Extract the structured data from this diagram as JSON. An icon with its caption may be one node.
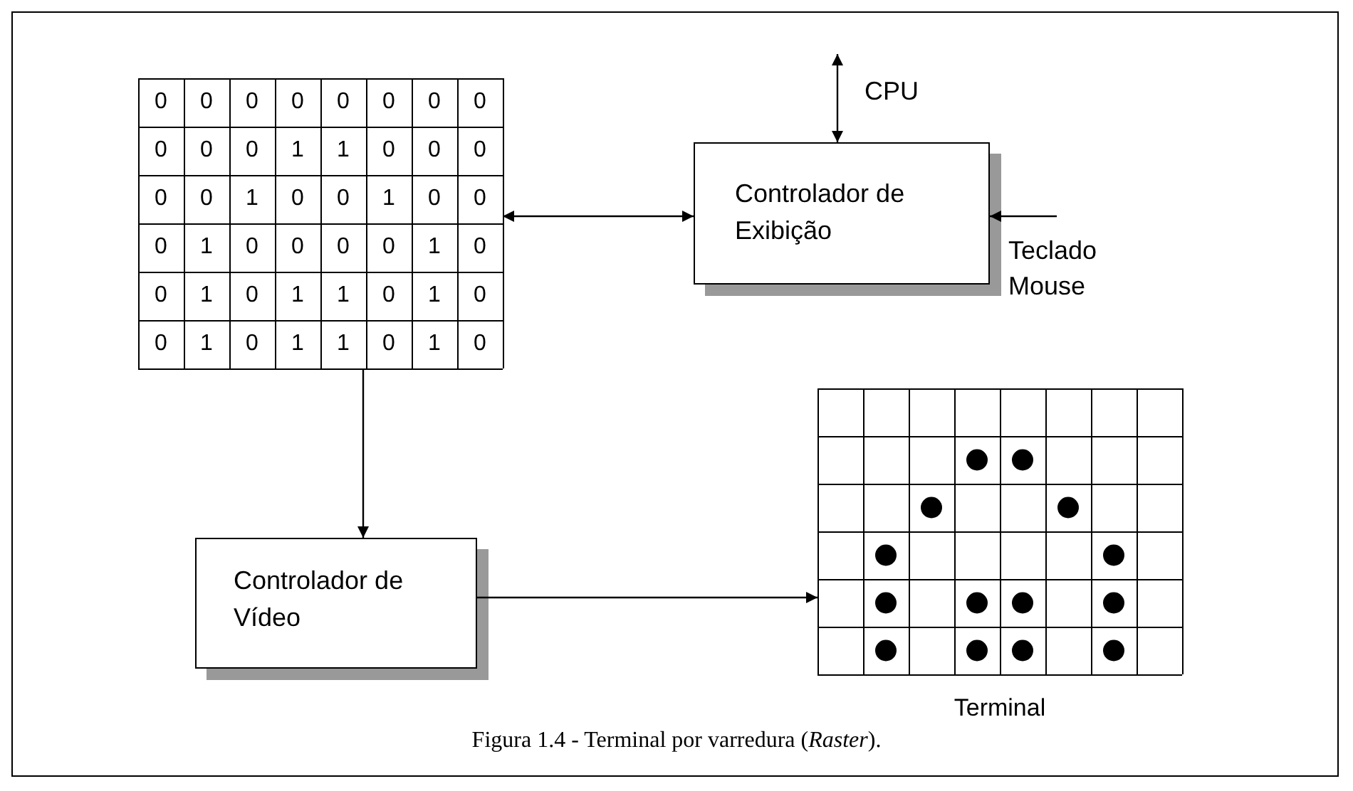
{
  "diagram": {
    "caption": "Figura 1.4 - Terminal por varredura (*Raster*).",
    "nodes": [
      {
        "text": [
          "0",
          "0",
          "0",
          "0",
          "0",
          "0",
          "0",
          "0",
          "0",
          "0",
          "0",
          "1",
          "1",
          "0",
          "0",
          "0",
          "0",
          "0",
          "1",
          "0",
          "0",
          "1",
          "0",
          "0",
          "0",
          "1",
          "0",
          "0",
          "0",
          "0",
          "1",
          "0",
          "0",
          "1",
          "0",
          "1",
          "1",
          "0",
          "1",
          "0",
          "0",
          "1",
          "0",
          "1",
          "1",
          "0",
          "1",
          "0"
        ]
      },
      {
        "text": [
          "Controlador de Exibição"
        ]
      },
      {
        "text": [
          "Controlador de Vídeo"
        ]
      },
      {
        "text": [],
        "shape": "grid",
        "beside": [
          "Terminal"
        ]
      }
    ],
    "edges": [
      {
        "from": 0,
        "to": 1,
        "arrow": "both"
      },
      {
        "from": null,
        "to": 1,
        "arrow": "both"
      },
      {
        "from": null,
        "to": 1,
        "arrow": "to"
      },
      {
        "from": 0,
        "to": 2,
        "arrow": "to"
      },
      {
        "from": 2,
        "to": 3,
        "arrow": "to"
      }
    ],
    "labels": [
      "CPU",
      "Teclado Mouse"
    ]
  }
}
